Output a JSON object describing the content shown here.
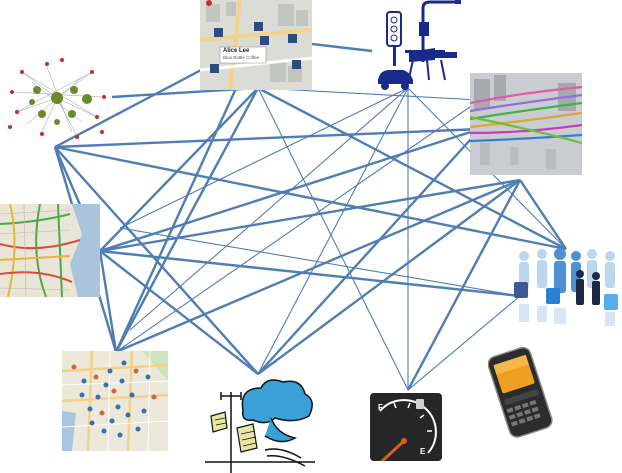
{
  "map_card": {
    "name": "Alice Lee",
    "subtitle": "Blue Bottle Coffee"
  },
  "fuel_gauge": {
    "full_label": "F",
    "empty_label": "E",
    "level": 0.08
  },
  "colors": {
    "connector": "#4f7db5",
    "weather_cloud": "#3aa0d8",
    "traffic_icon": "#1a2a8c",
    "phone_screen": "#f0a020"
  },
  "icons": [
    "social-graph-icon",
    "street-map-with-people-icon",
    "traffic-light-and-car-icon",
    "3d-traffic-flow-icon",
    "congestion-map-icon",
    "social-network-people-icon",
    "poi-map-icon",
    "weather-station-icon",
    "fuel-gauge-icon",
    "smartphone-icon"
  ]
}
